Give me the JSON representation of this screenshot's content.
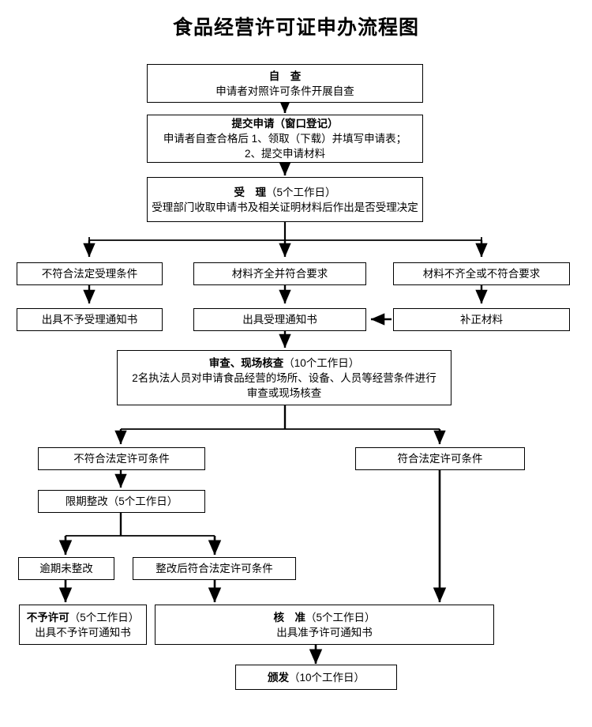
{
  "title": "食品经营许可证申办流程图",
  "nodes": [
    {
      "id": "self-check",
      "header": "自　查",
      "lines": [
        "申请者对照许可条件开展自查"
      ]
    },
    {
      "id": "submit-application",
      "header": "提交申请（窗口登记）",
      "lines": [
        "申请者自查合格后 1、领取（下载）并填写申请表；",
        "2、提交申请材料"
      ]
    },
    {
      "id": "acceptance",
      "header": "受　理",
      "header_suffix": "（5个工作日）",
      "lines": [
        "受理部门收取申请书及相关证明材料后作出是否受理决定"
      ]
    },
    {
      "id": "not-meet-acceptance-conditions",
      "lines": [
        "不符合法定受理条件"
      ]
    },
    {
      "id": "materials-complete",
      "lines": [
        "材料齐全并符合要求"
      ]
    },
    {
      "id": "materials-incomplete",
      "lines": [
        "材料不齐全或不符合要求"
      ]
    },
    {
      "id": "issue-non-acceptance-notice",
      "lines": [
        "出具不予受理通知书"
      ]
    },
    {
      "id": "issue-acceptance-notice",
      "lines": [
        "出具受理通知书"
      ]
    },
    {
      "id": "supplement-materials",
      "lines": [
        "补正材料"
      ]
    },
    {
      "id": "review-onsite-inspection",
      "header": "审查、现场核查",
      "header_suffix": "（10个工作日）",
      "lines": [
        "2名执法人员对申请食品经营的场所、设备、人员等经营条件进行",
        "审查或现场核查"
      ]
    },
    {
      "id": "not-meet-license-conditions",
      "lines": [
        "不符合法定许可条件"
      ]
    },
    {
      "id": "meet-license-conditions",
      "lines": [
        "符合法定许可条件"
      ]
    },
    {
      "id": "rectify-within-deadline",
      "lines": [
        "限期整改（5个工作日）"
      ]
    },
    {
      "id": "overdue-not-rectified",
      "lines": [
        "逾期未整改"
      ]
    },
    {
      "id": "rectified-meets-conditions",
      "lines": [
        "整改后符合法定许可条件"
      ]
    },
    {
      "id": "license-denied",
      "header": "不予许可",
      "header_suffix": "（5个工作日）",
      "lines": [
        "出具不予许可通知书"
      ]
    },
    {
      "id": "approval",
      "header": "核　准",
      "header_suffix": "（5个工作日）",
      "lines": [
        "出具准予许可通知书"
      ]
    },
    {
      "id": "issue-license",
      "header": "颁发",
      "header_suffix": "（10个工作日）",
      "lines": []
    }
  ],
  "colors": {
    "stroke": "#000000",
    "background": "#ffffff",
    "text": "#000000"
  }
}
